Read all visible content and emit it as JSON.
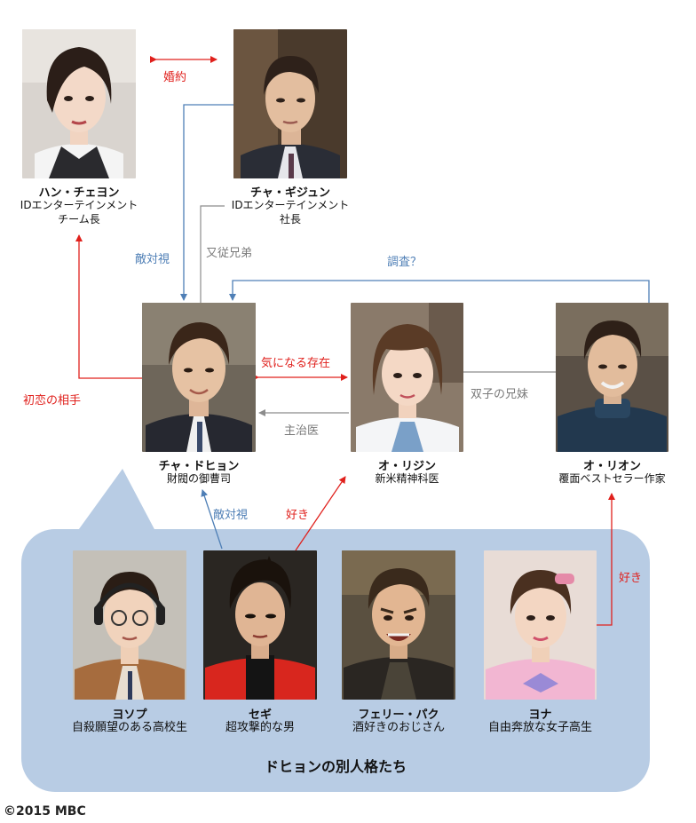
{
  "characters": {
    "han": {
      "name": "ハン・チェヨン",
      "desc1": "IDエンターテインメント",
      "desc2": "チーム長"
    },
    "gijun": {
      "name": "チャ・ギジュン",
      "desc1": "IDエンターテインメント",
      "desc2": "社長"
    },
    "dohyon": {
      "name": "チャ・ドヒョン",
      "desc1": "財閥の御曹司"
    },
    "rijin": {
      "name": "オ・リジン",
      "desc1": "新米精神科医"
    },
    "rion": {
      "name": "オ・リオン",
      "desc1": "覆面ベストセラー作家"
    },
    "yosopu": {
      "name": "ヨソプ",
      "desc1": "自殺願望のある高校生"
    },
    "segi": {
      "name": "セギ",
      "desc1": "超攻撃的な男"
    },
    "ferry": {
      "name": "フェリー・パク",
      "desc1": "酒好きのおじさん"
    },
    "yona": {
      "name": "ヨナ",
      "desc1": "自由奔放な女子高生"
    }
  },
  "relations": {
    "engaged": "婚約",
    "rival_top": "敵対視",
    "cousin": "又従兄弟",
    "investigate": "調査？",
    "first_love": "初恋の相手",
    "curious": "気になる存在",
    "doctor": "主治医",
    "twins": "双子の兄妹",
    "rival_bottom": "敵対視",
    "likes_segi": "好き",
    "likes_yona": "好き"
  },
  "group_title": "ドヒョンの別人格たち",
  "copyright": "©2015 MBC",
  "colors": {
    "red": "#e0201c",
    "blue": "#4f7fb6",
    "gray": "#8c8c8c",
    "group_bg": "#b8cce4"
  }
}
